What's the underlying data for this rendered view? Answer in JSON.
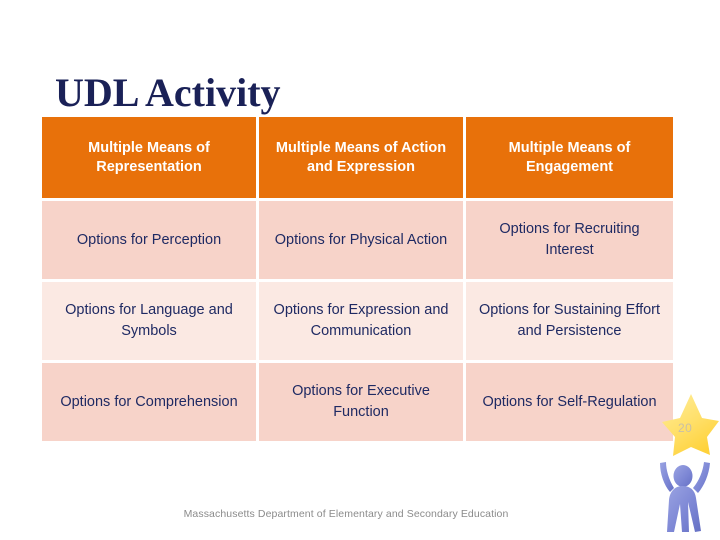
{
  "slide": {
    "title": "UDL Activity",
    "page_number": "20",
    "footer": "Massachusetts Department of Elementary and Secondary Education",
    "colors": {
      "title_navy": "#1a2157",
      "header_orange": "#E8710A",
      "body_text_navy": "#1f2a63",
      "row_shade_dark": "#F7D3C9",
      "row_shade_light": "#FBE9E3",
      "star_gold": "#FFD84D",
      "figure_blue": "#7B85D4",
      "footer_gray": "#8b8b8b",
      "page_number_gray": "#C8BFA8"
    }
  },
  "table": {
    "headers": [
      "Multiple Means of Representation",
      "Multiple Means of Action and Expression",
      "Multiple Means of Engagement"
    ],
    "rows": [
      [
        "Options for Perception",
        "Options for Physical Action",
        "Options for Recruiting Interest"
      ],
      [
        "Options for Language and Symbols",
        "Options for Expression and Communication",
        "Options for Sustaining Effort and Persistence"
      ],
      [
        "Options for Comprehension",
        "Options for Executive Function",
        "Options for Self-Regulation"
      ]
    ]
  },
  "decoration": {
    "star_icon_name": "gold-star",
    "person_icon_name": "person-holding-star"
  }
}
